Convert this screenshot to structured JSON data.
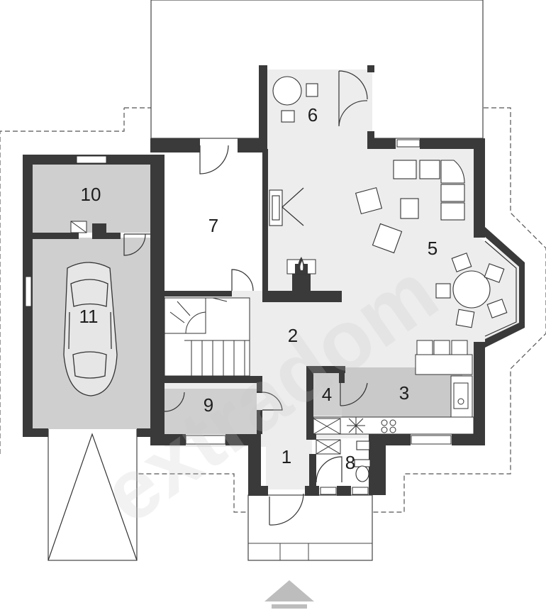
{
  "rooms": [
    {
      "id": "1",
      "label": "1"
    },
    {
      "id": "2",
      "label": "2"
    },
    {
      "id": "3",
      "label": "3"
    },
    {
      "id": "4",
      "label": "4"
    },
    {
      "id": "5",
      "label": "5"
    },
    {
      "id": "6",
      "label": "6"
    },
    {
      "id": "7",
      "label": "7"
    },
    {
      "id": "8",
      "label": "8"
    },
    {
      "id": "9",
      "label": "9"
    },
    {
      "id": "10",
      "label": "10"
    },
    {
      "id": "11",
      "label": "11"
    }
  ],
  "watermark": "extradom",
  "colors": {
    "wall": "#3a3a3a",
    "floor_light": "#ededed",
    "floor_garage": "#cfcfcf",
    "floor_kitchen": "#c9c9c9",
    "roof_outline": "#555555",
    "entrance_arrow": "#bdbdbd"
  },
  "icons": [
    "car-icon",
    "fireplace-icon",
    "stove-icon",
    "sink-icon",
    "toilet-icon",
    "entrance-arrow-icon"
  ]
}
